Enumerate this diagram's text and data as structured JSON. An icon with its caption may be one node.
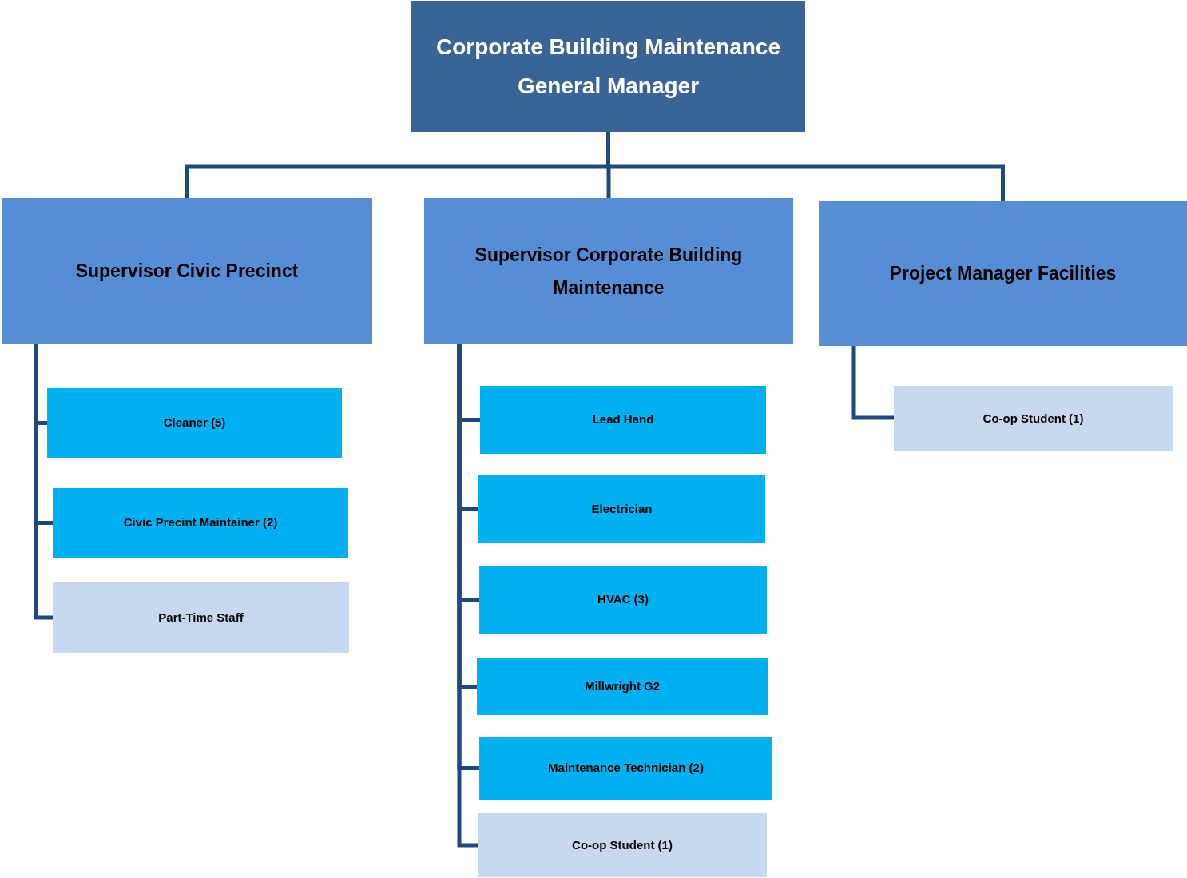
{
  "diagram": {
    "nodes": [
      {
        "text": [
          "Corporate Building Maintenance General Manager"
        ]
      },
      {
        "text": [
          "Supervisor Civic Precinct"
        ]
      },
      {
        "text": [
          "Supervisor Corporate Building Maintenance"
        ]
      },
      {
        "text": [
          "Project Manager Facilities"
        ]
      },
      {
        "text": [
          "Cleaner (5)"
        ]
      },
      {
        "text": [
          "Civic Precint Maintainer (2)"
        ]
      },
      {
        "text": [
          "Part-Time Staff"
        ]
      },
      {
        "text": [
          "Lead Hand"
        ]
      },
      {
        "text": [
          "Electrician"
        ]
      },
      {
        "text": [
          "HVAC (3)"
        ]
      },
      {
        "text": [
          "Millwright G2"
        ]
      },
      {
        "text": [
          "Maintenance Technician (2)"
        ]
      },
      {
        "text": [
          "Co-op Student (1)"
        ]
      },
      {
        "text": [
          "Co-op Student (1)"
        ]
      }
    ],
    "edges": [
      {
        "from": 0,
        "to": 1,
        "arrow": "none"
      },
      {
        "from": 0,
        "to": 2,
        "arrow": "none"
      },
      {
        "from": 0,
        "to": 3,
        "arrow": "none"
      },
      {
        "from": 1,
        "to": 4,
        "arrow": "none"
      },
      {
        "from": 1,
        "to": 5,
        "arrow": "none"
      },
      {
        "from": 1,
        "to": 6,
        "arrow": "none"
      },
      {
        "from": 2,
        "to": 7,
        "arrow": "none"
      },
      {
        "from": 2,
        "to": 8,
        "arrow": "none"
      },
      {
        "from": 2,
        "to": 9,
        "arrow": "none"
      },
      {
        "from": 2,
        "to": 10,
        "arrow": "none"
      },
      {
        "from": 2,
        "to": 11,
        "arrow": "none"
      },
      {
        "from": 2,
        "to": 12,
        "arrow": "none"
      },
      {
        "from": 3,
        "to": 13,
        "arrow": "none"
      }
    ]
  }
}
